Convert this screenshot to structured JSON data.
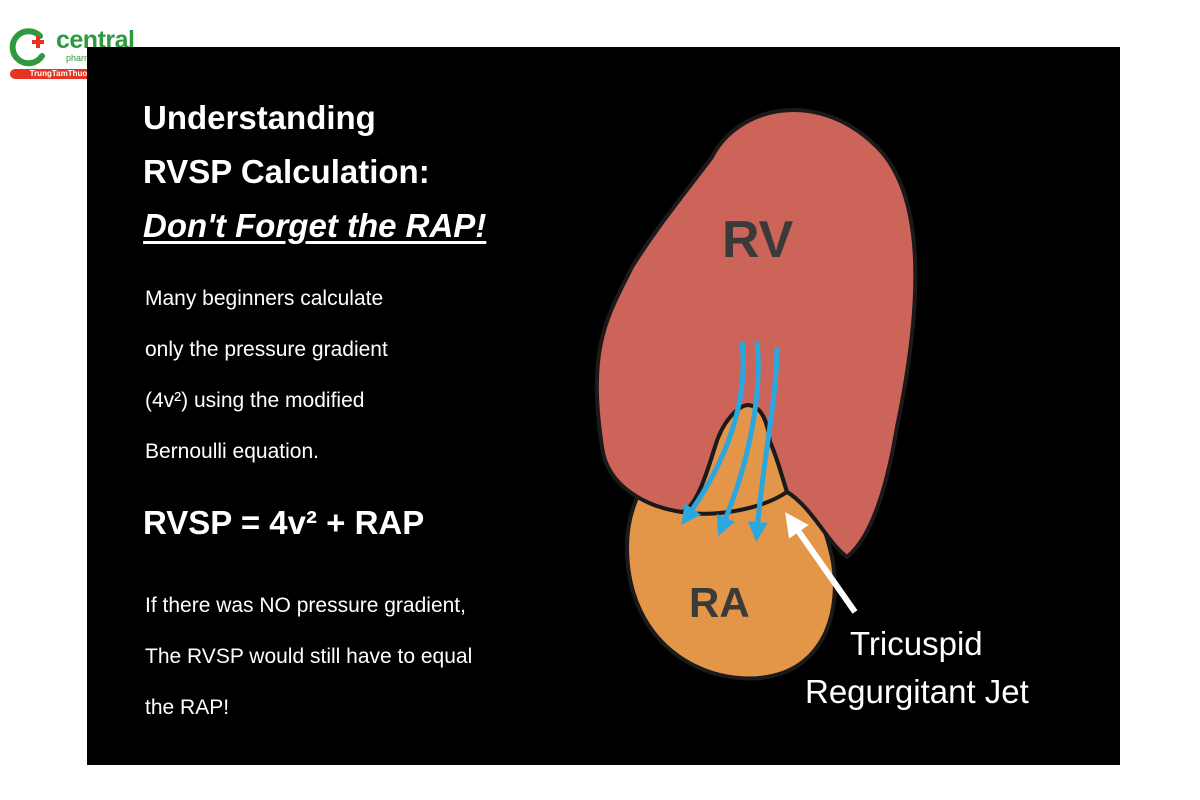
{
  "logo": {
    "brand": "central",
    "sub": "pharmacy",
    "tag": "TrungTamThuoc.com"
  },
  "slide": {
    "title_line1": "Understanding",
    "title_line2": "RVSP Calculation:",
    "title_line3": "Don't Forget the RAP!",
    "body1": [
      "Many beginners calculate",
      "only the pressure gradient",
      "(4v²) using the modified",
      "Bernoulli equation."
    ],
    "formula": "RVSP = 4v² + RAP",
    "body2": [
      "If there was NO pressure gradient,",
      "The RVSP would still have to equal",
      "the RAP!"
    ]
  },
  "diagram": {
    "rv_label": "RV",
    "ra_label": "RA",
    "jet_label_line1": "Tricuspid",
    "jet_label_line2": "Regurgitant Jet"
  },
  "colors": {
    "rv": "#cd6459",
    "ra": "#e39548",
    "jet": "#2aa7df",
    "outline": "#1a1a1a",
    "slide_bg": "#000000"
  }
}
